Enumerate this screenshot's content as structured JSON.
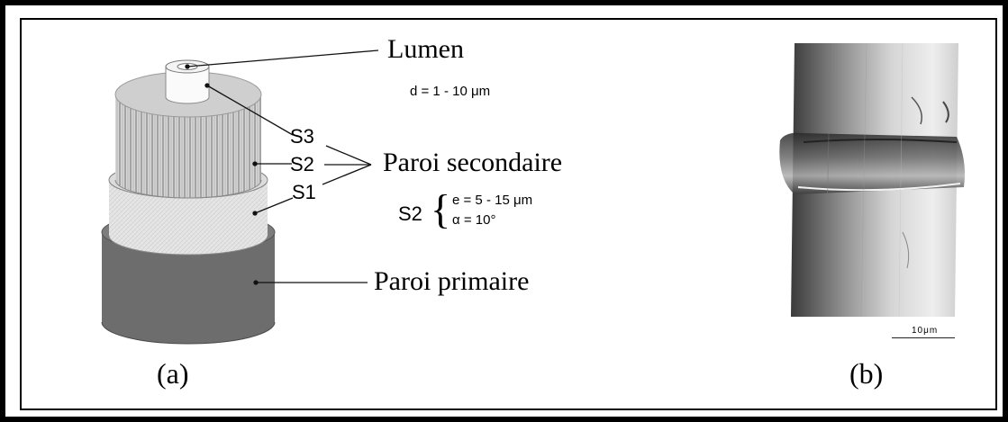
{
  "diagram": {
    "lumen_label": "Lumen",
    "lumen_diameter": "d = 1 - 10 μm",
    "layer_s3": "S3",
    "layer_s2": "S2",
    "layer_s1": "S1",
    "secondary_wall": "Paroi secondaire",
    "s2_label": "S2",
    "s2_thickness": "e = 5 - 15 μm",
    "s2_angle": "α = 10°",
    "primary_wall": "Paroi primaire",
    "panel_a": "(a)"
  },
  "micrograph": {
    "scale_label": "10μm",
    "panel_b": "(b)"
  },
  "colors": {
    "primary_wall": "#6e6e6e",
    "s1": "#e4e4e4",
    "s2": "#bdbdbd",
    "s3_top": "#d0d0d0"
  }
}
